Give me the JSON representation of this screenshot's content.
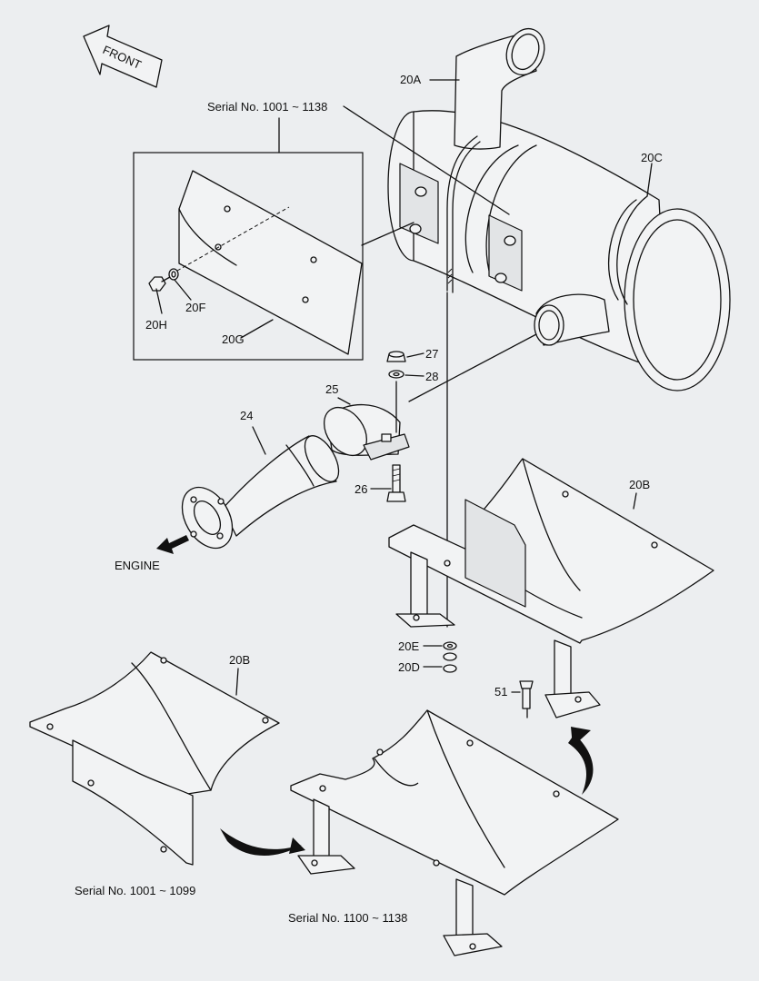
{
  "diagram": {
    "front_label": "FRONT",
    "engine_label": "ENGINE",
    "callouts": {
      "p20A": "20A",
      "p20B_top": "20B",
      "p20B_bottom": "20B",
      "p20C": "20C",
      "p20D": "20D",
      "p20E": "20E",
      "p20F": "20F",
      "p20G": "20G",
      "p20H": "20H",
      "p24": "24",
      "p25": "25",
      "p26": "26",
      "p27": "27",
      "p28": "28",
      "p51": "51"
    },
    "serials": {
      "inset": "Serial No. 1001 ~ 1138",
      "old_bracket": "Serial No. 1001 ~ 1099",
      "new_bracket": "Serial No. 1100 ~ 1138"
    }
  }
}
